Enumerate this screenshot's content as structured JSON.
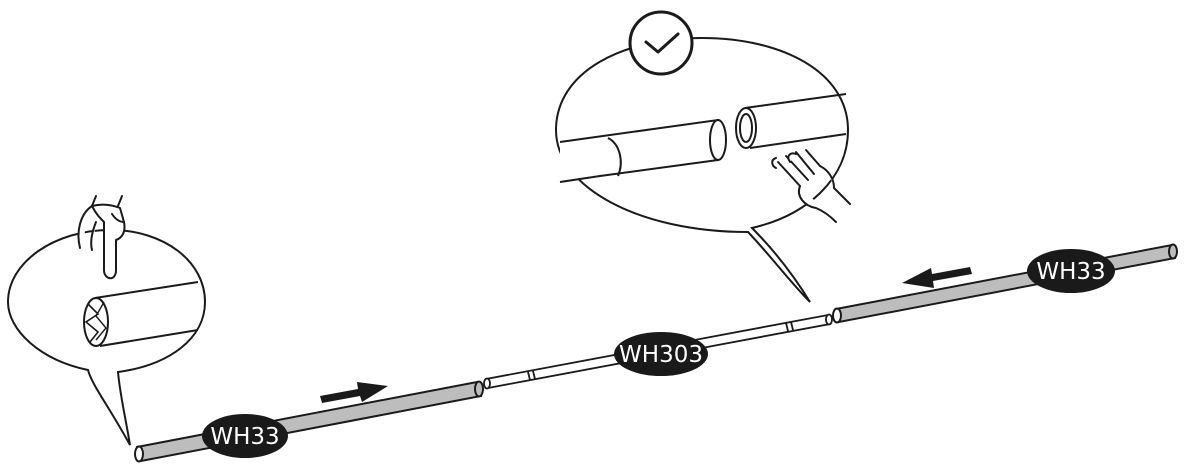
{
  "labels": {
    "left_pole": "WH33",
    "middle_pole": "WH303",
    "right_pole": "WH33"
  },
  "icons": {
    "check": "check-circle-icon",
    "pointing_hand": "pointing-hand-icon",
    "hand": "hand-icon",
    "arrow": "arrow-icon"
  },
  "colors": {
    "outline": "#1a1a1a",
    "pole_fill": "#bdbdbd",
    "tube_fill": "#ffffff",
    "label_bg": "#1a1a1a",
    "label_text": "#ffffff"
  }
}
